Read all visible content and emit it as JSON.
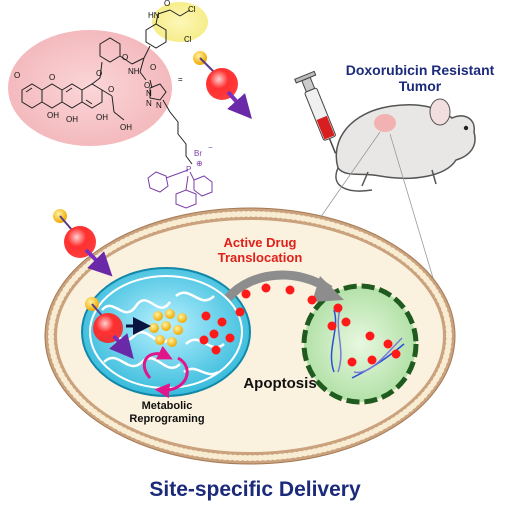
{
  "labels": {
    "tumor_line1": "Doxorubicin Resistant",
    "tumor_line2": "Tumor",
    "active_line1": "Active Drug",
    "active_line2": "Translocation",
    "apoptosis": "Apoptosis",
    "metabolic_line1": "Metabolic",
    "metabolic_line2": "Reprograming",
    "site": "Site-specific Delivery"
  },
  "molecule": {
    "atoms": [
      "O",
      "O",
      "OH",
      "OH",
      "OH",
      "OH",
      "O",
      "O",
      "O",
      "NH",
      "O",
      "O",
      "N",
      "N",
      "N",
      "Cl",
      "Cl",
      "HN",
      "O",
      "P",
      "Br",
      "="
    ],
    "charges": [
      "⊕",
      "−"
    ]
  },
  "colors": {
    "dox_red": "#ff1a1a",
    "linker_yellow": "#f4b400",
    "arrow_purple": "#7b2fbf",
    "cell_fill": "#faf1de",
    "membrane": "#b98e6a",
    "mito_fill": "#5fd3e6",
    "nucleus_fill": "#c9edc1",
    "title_navy": "#1c2a7a",
    "active_red": "#e0201a",
    "dna_blue": "#2a4fd6",
    "tppp_purple": "#7a3fa8"
  }
}
